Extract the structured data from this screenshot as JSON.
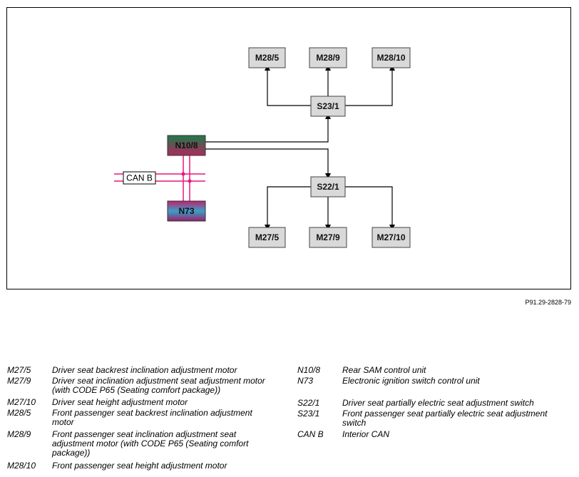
{
  "figure_ref": "P91.29-2828-79",
  "diagram": {
    "nodes": {
      "m28_5": "M28/5",
      "m28_9": "M28/9",
      "m28_10": "M28/10",
      "s23_1": "S23/1",
      "n10_8": "N10/8",
      "can_b": "CAN B",
      "n73": "N73",
      "s22_1": "S22/1",
      "m27_5": "M27/5",
      "m27_9": "M27/9",
      "m27_10": "M27/10"
    },
    "colors": {
      "box_fill": "#d9d9d9",
      "box_border": "#444444",
      "can_line": "#e8177a",
      "n10_8_top": "#1e7a4a",
      "n10_8_bottom": "#b0285e",
      "n73_top": "#c2206e",
      "n73_mid": "#3aa0c8",
      "n73_bottom": "#9a1f6a"
    }
  },
  "legend": {
    "left": [
      {
        "code": "M27/5",
        "desc": "Driver seat backrest inclination adjustment motor"
      },
      {
        "code": "M27/9",
        "desc": "Driver seat inclination adjustment seat adjustment motor (with CODE P65 (Seating comfort package))"
      },
      {
        "code": "M27/10",
        "desc": "Driver seat height adjustment motor"
      },
      {
        "code": "M28/5",
        "desc": "Front passenger seat backrest inclination adjustment motor"
      },
      {
        "code": "M28/9",
        "desc": "Front passenger seat inclination adjustment seat adjustment motor (with CODE P65 (Seating comfort package))"
      },
      {
        "code": "M28/10",
        "desc": "Front passenger seat height adjustment motor"
      }
    ],
    "right": [
      {
        "code": "N10/8",
        "desc": "Rear SAM control unit"
      },
      {
        "code": "N73",
        "desc": "Electronic ignition switch control unit"
      },
      {
        "code": "S22/1",
        "desc": "Driver seat partially electric seat adjustment switch"
      },
      {
        "code": "S23/1",
        "desc": "Front passenger seat partially electric seat adjustment switch"
      },
      {
        "code": "CAN B",
        "desc": "Interior CAN"
      }
    ]
  }
}
